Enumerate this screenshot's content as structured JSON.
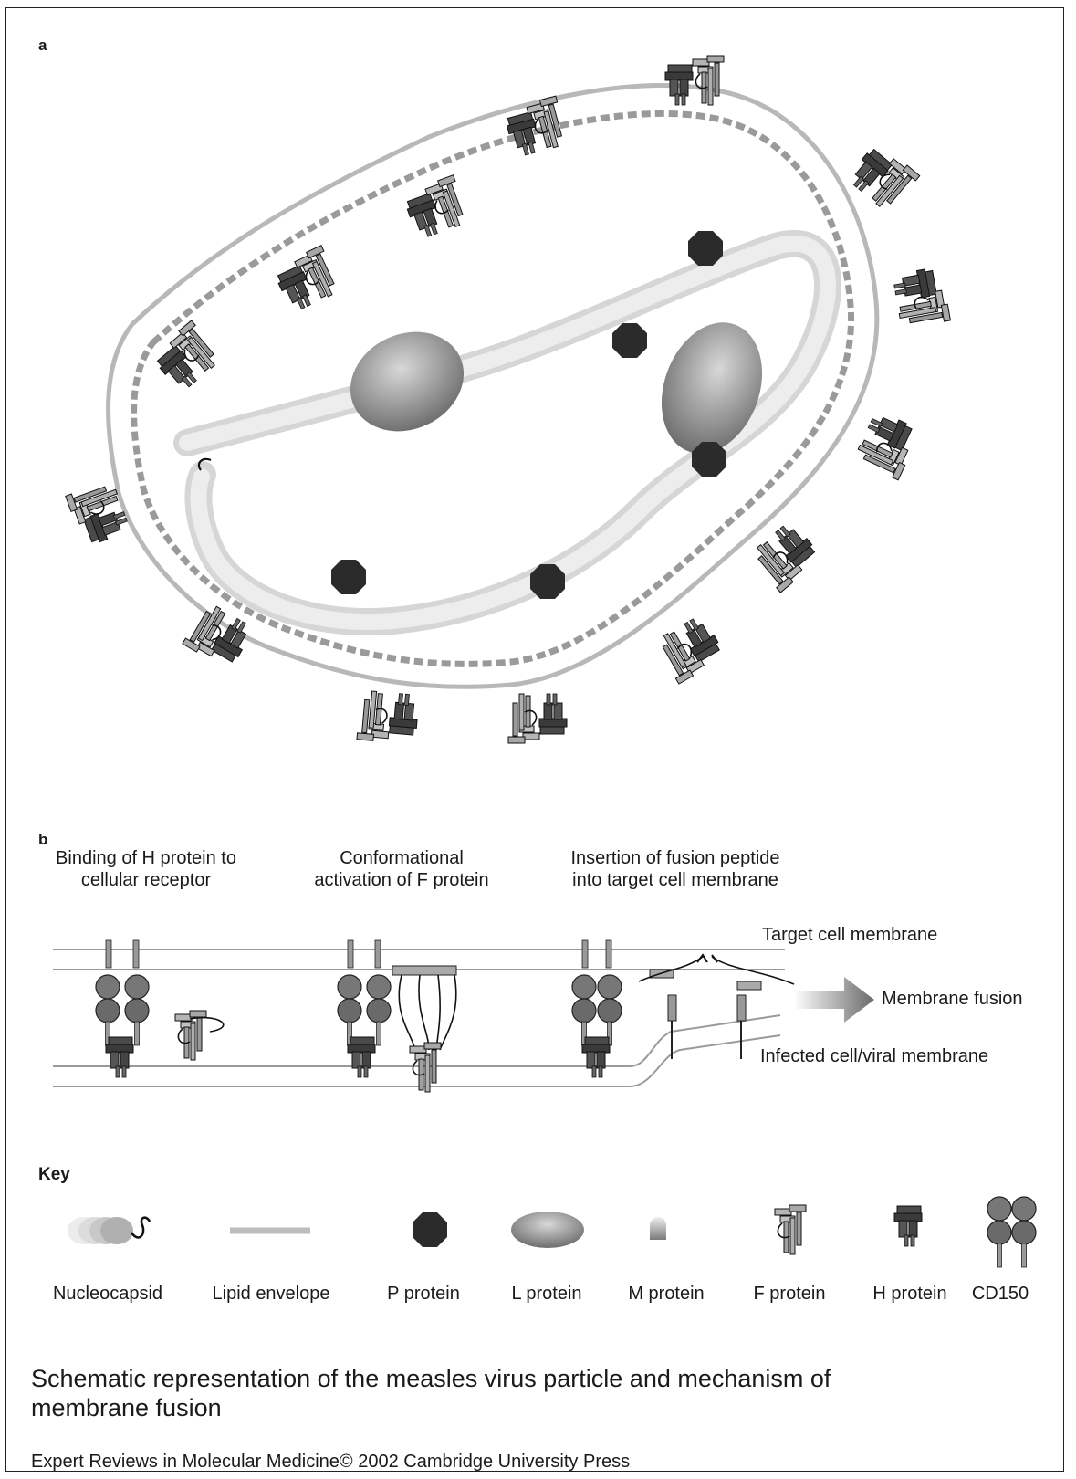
{
  "panel_a": {
    "label": "a"
  },
  "panel_b": {
    "label": "b",
    "steps": [
      {
        "caption": "Binding of H protein to cellular receptor"
      },
      {
        "caption": "Conformational activation of F protein"
      },
      {
        "caption": "Insertion of fusion peptide into target cell membrane"
      }
    ],
    "labels": {
      "target_membrane": "Target cell membrane",
      "fusion": "Membrane fusion",
      "infected_membrane": "Infected cell/viral membrane"
    }
  },
  "key": {
    "title": "Key",
    "items": [
      {
        "label": "Nucleocapsid",
        "icon": "nucleocapsid-icon"
      },
      {
        "label": "Lipid envelope",
        "icon": "lipid-envelope-icon"
      },
      {
        "label": "P protein",
        "icon": "p-protein-icon"
      },
      {
        "label": "L protein",
        "icon": "l-protein-icon"
      },
      {
        "label": "M protein",
        "icon": "m-protein-icon"
      },
      {
        "label": "F protein",
        "icon": "f-protein-icon"
      },
      {
        "label": "H protein",
        "icon": "h-protein-icon"
      },
      {
        "label": "CD150",
        "icon": "cd150-icon"
      }
    ]
  },
  "caption": {
    "title": "Schematic representation of the measles virus particle and mechanism of membrane fusion",
    "credit": "Expert Reviews in Molecular Medicine© 2002 Cambridge University Press"
  },
  "colors": {
    "p_protein": "#2b2b2b",
    "l_protein": "#8a8a8a",
    "envelope": "#bdbdbd",
    "h_protein": "#4a4a4a",
    "f_protein": "#9a9a9a",
    "nucleocapsid": "#e4e4e4"
  }
}
